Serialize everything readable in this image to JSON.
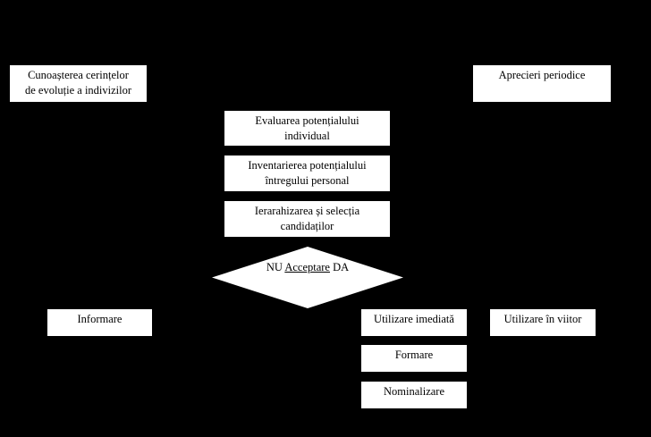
{
  "nodes": {
    "cunoasterea": [
      "Cunoașterea cerințelor",
      "de evoluție a indivizilor"
    ],
    "aprecieri": "Aprecieri periodice",
    "evaluarea": [
      "Evaluarea potențialului",
      "individual"
    ],
    "inventarierea": [
      "Inventarierea potențialului",
      "întregului personal"
    ],
    "ierarhizarea": [
      "Ierarahizarea și selecția",
      "candidaților"
    ],
    "decision": {
      "no": "NU",
      "label": "Acceptare",
      "yes": "DA"
    },
    "informare": "Informare",
    "utilizare_imediata": "Utilizare imediată",
    "utilizare_viitor": "Utilizare în viitor",
    "formare": "Formare",
    "nominalizare": "Nominalizare"
  },
  "colors": {
    "background": "#000000",
    "box": "#ffffff",
    "text": "#000000"
  }
}
